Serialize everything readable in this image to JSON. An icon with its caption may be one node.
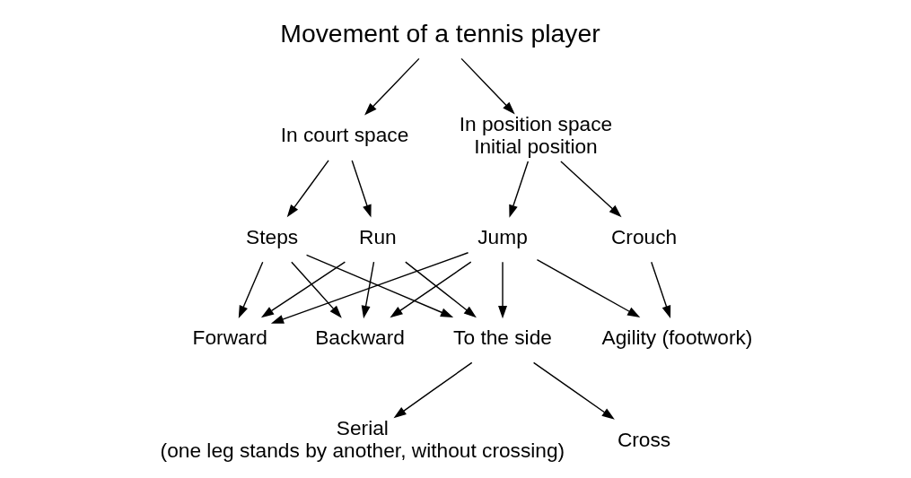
{
  "diagram": {
    "nodes": [
      {
        "text": [
          "Movement of a tennis player"
        ]
      },
      {
        "text": [
          "In court space"
        ]
      },
      {
        "text": [
          "In position space",
          "Initial position"
        ]
      },
      {
        "text": [
          "Steps"
        ]
      },
      {
        "text": [
          "Run"
        ]
      },
      {
        "text": [
          "Jump"
        ]
      },
      {
        "text": [
          "Crouch"
        ]
      },
      {
        "text": [
          "Forward"
        ]
      },
      {
        "text": [
          "Backward"
        ]
      },
      {
        "text": [
          "To the side"
        ]
      },
      {
        "text": [
          "Agility (footwork)"
        ]
      },
      {
        "text": [
          "Serial",
          "(one leg stands by another, without crossing)"
        ]
      },
      {
        "text": [
          "Cross"
        ]
      }
    ],
    "edges": [
      {
        "from": 0,
        "to": 1,
        "arrow": "to"
      },
      {
        "from": 0,
        "to": 2,
        "arrow": "to"
      },
      {
        "from": 1,
        "to": 3,
        "arrow": "to"
      },
      {
        "from": 1,
        "to": 4,
        "arrow": "to"
      },
      {
        "from": 2,
        "to": 5,
        "arrow": "to"
      },
      {
        "from": 2,
        "to": 6,
        "arrow": "to"
      },
      {
        "from": 3,
        "to": 7,
        "arrow": "to"
      },
      {
        "from": 3,
        "to": 8,
        "arrow": "to"
      },
      {
        "from": 3,
        "to": 9,
        "arrow": "to"
      },
      {
        "from": 4,
        "to": 7,
        "arrow": "to"
      },
      {
        "from": 4,
        "to": 8,
        "arrow": "to"
      },
      {
        "from": 4,
        "to": 9,
        "arrow": "to"
      },
      {
        "from": 5,
        "to": 7,
        "arrow": "to"
      },
      {
        "from": 5,
        "to": 8,
        "arrow": "to"
      },
      {
        "from": 5,
        "to": 9,
        "arrow": "to"
      },
      {
        "from": 5,
        "to": 10,
        "arrow": "to"
      },
      {
        "from": 6,
        "to": 10,
        "arrow": "to"
      },
      {
        "from": 9,
        "to": 11,
        "arrow": "to"
      },
      {
        "from": 9,
        "to": 12,
        "arrow": "to"
      }
    ]
  }
}
